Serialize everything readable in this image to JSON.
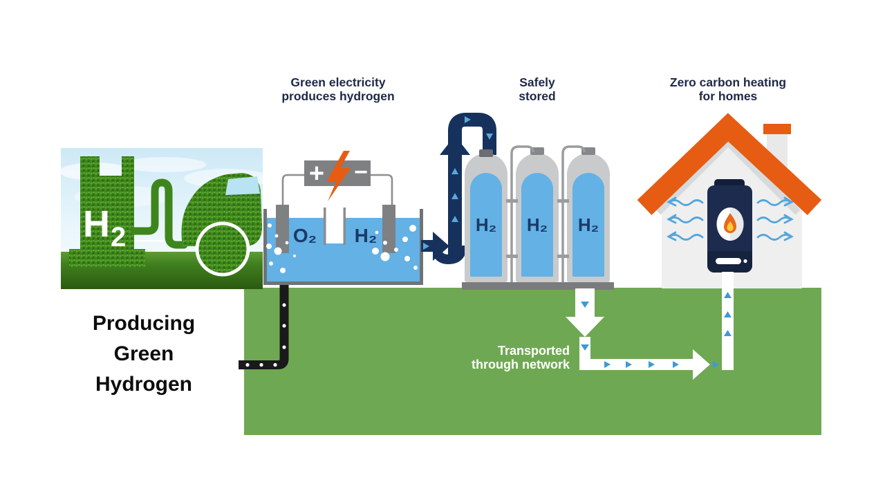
{
  "caption": {
    "text": "Producing\nGreen\nHydrogen"
  },
  "labels": {
    "electrolysis": "Green electricity\nproduces hydrogen",
    "storage": "Safely\nstored",
    "heating": "Zero carbon heating\nfor homes",
    "transport": "Transported\nthrough network"
  },
  "photo": {
    "pump_h": "H",
    "pump_sub": "2"
  },
  "electrolysis": {
    "o2": "O₂",
    "h2": "H₂",
    "plus": "+",
    "minus": "−"
  },
  "storage": {
    "tanks": [
      {
        "label": "H₂"
      },
      {
        "label": "H₂"
      },
      {
        "label": "H₂"
      }
    ]
  },
  "icons": {
    "lightning": "lightning-bolt-icon",
    "battery": "battery-icon",
    "flame": "flame-icon",
    "heat_waves": "heat-wave-arrows-icon",
    "flow_arrows": "flow-triangle-icons"
  },
  "colors": {
    "field_green": "#6FA853",
    "pipe_navy": "#16325C",
    "water_blue": "#63B1E5",
    "flow_arrow_blue": "#3E9AD6",
    "accent_orange": "#E65C12",
    "label_navy": "#1F2848",
    "transport_pipe": "#FFFFFF"
  }
}
